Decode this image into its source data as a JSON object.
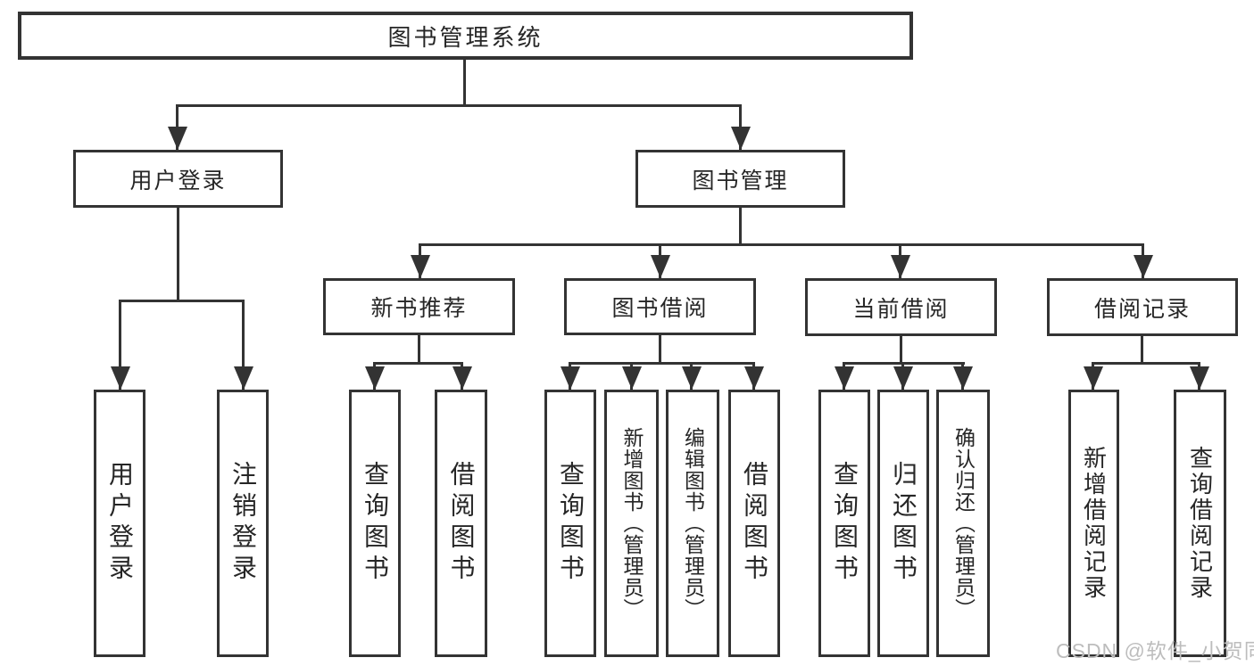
{
  "root": {
    "label": "图书管理系统"
  },
  "level2": {
    "user_login": {
      "label": "用户登录"
    },
    "book_mgmt": {
      "label": "图书管理"
    }
  },
  "level3": {
    "new_books": {
      "label": "新书推荐"
    },
    "book_borrow": {
      "label": "图书借阅"
    },
    "current_borrow": {
      "label": "当前借阅"
    },
    "borrow_records": {
      "label": "借阅记录"
    }
  },
  "leaves": {
    "user_login": {
      "login": "用户登录",
      "logout": "注销登录"
    },
    "new_books": {
      "query": "查询图书",
      "borrow": "借阅图书"
    },
    "book_borrow": {
      "query": "查询图书",
      "add": "新增图书（管理员）",
      "edit": "编辑图书（管理员）",
      "borrow": "借阅图书"
    },
    "current_borrow": {
      "query": "查询图书",
      "return": "归还图书",
      "confirm": "确认归还（管理员）"
    },
    "borrow_records": {
      "add": "新增借阅记录",
      "query": "查询借阅记录"
    }
  },
  "watermark": {
    "text": "CSDN @软件_小贺同学"
  },
  "colors": {
    "line": "#333333",
    "text": "#262626",
    "watermark": "#bdbdbd",
    "background": "#ffffff"
  }
}
